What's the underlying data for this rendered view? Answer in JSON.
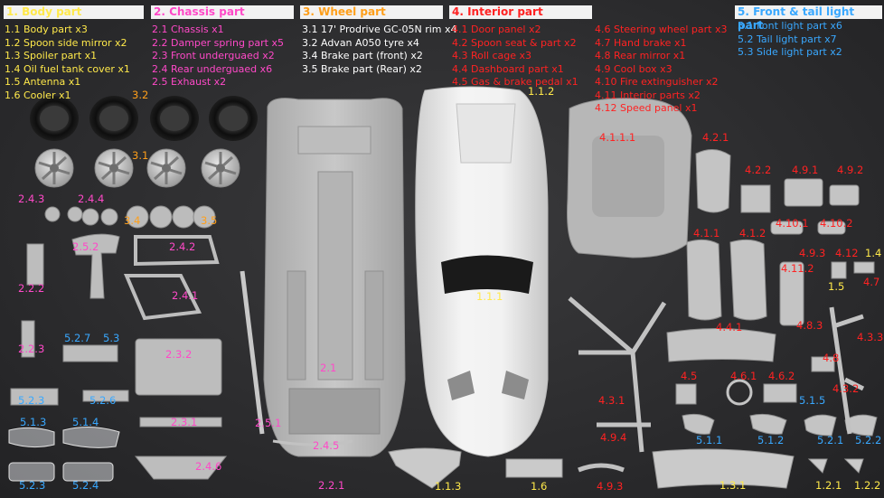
{
  "colors": {
    "yellow": "#ffe94a",
    "magenta": "#ff49c8",
    "red": "#ff2222",
    "blue": "#39a8ff",
    "orange": "#ff9f1a",
    "background": "#2b2b2d",
    "parts": "#c9cacc"
  },
  "legend": {
    "body": {
      "title": "1. Body part",
      "items": [
        "1.1 Body part x3",
        "1.2 Spoon side mirror x2",
        "1.3 Spoiler part x1",
        "1.4 Oil fuel tank cover x1",
        "1.5 Antenna x1",
        "1.6 Cooler x1"
      ]
    },
    "chassis": {
      "title": "2. Chassis part",
      "items": [
        "2.1 Chassis x1",
        "2.2 Damper spring part x5",
        "2.3 Front underguaed x2",
        "2.4 Rear underguaed x6",
        "2.5 Exhaust x2"
      ]
    },
    "wheel": {
      "title": "3. Wheel part",
      "items": [
        "3.1 17' Prodrive GC-05N rim x4",
        "3.2 Advan A050 tyre x4",
        "3.4 Brake part (front) x2",
        "3.5 Brake part (Rear) x2"
      ]
    },
    "interior": {
      "title": "4. Interior part",
      "items": [
        "4.1 Door panel x2",
        "4.2 Spoon seat & part x2",
        "4.3 Roll cage x3",
        "4.4 Dashboard part x1",
        "4.5 Gas & brake pedal x1"
      ]
    },
    "interior2": {
      "items": [
        "4.6 Steering wheel part x3",
        "4.7 Hand brake x1",
        "4.8 Rear mirror x1",
        "4.9 Cool box x3",
        "4.10 Fire extinguisher x2",
        "4.11 Interior parts x2",
        "4.12 Speed panel x1"
      ]
    },
    "lights": {
      "title": "5. Front & tail light part",
      "items": [
        "5.1 Font light part x6",
        "5.2 Tail light part x7",
        "5.3 Side light part x2"
      ]
    }
  },
  "labels": [
    {
      "id": "3.2",
      "text": "3.2",
      "color": "orange"
    },
    {
      "id": "3.1",
      "text": "3.1",
      "color": "orange"
    },
    {
      "id": "3.4",
      "text": "3.4",
      "color": "orange"
    },
    {
      "id": "3.5",
      "text": "3.5",
      "color": "orange"
    },
    {
      "id": "2.4.3",
      "text": "2.4.3",
      "color": "magenta"
    },
    {
      "id": "2.4.4",
      "text": "2.4.4",
      "color": "magenta"
    },
    {
      "id": "2.5.2",
      "text": "2.5.2",
      "color": "magenta"
    },
    {
      "id": "2.4.2",
      "text": "2.4.2",
      "color": "magenta"
    },
    {
      "id": "2.2.2",
      "text": "2.2.2",
      "color": "magenta"
    },
    {
      "id": "2.4.1",
      "text": "2.4.1",
      "color": "magenta"
    },
    {
      "id": "2.2.3",
      "text": "2.2.3",
      "color": "magenta"
    },
    {
      "id": "5.2.7",
      "text": "5.2.7",
      "color": "blue"
    },
    {
      "id": "5.3",
      "text": "5.3",
      "color": "blue"
    },
    {
      "id": "2.3.2",
      "text": "2.3.2",
      "color": "magenta"
    },
    {
      "id": "5.2.3",
      "text": "5.2.3",
      "color": "blue"
    },
    {
      "id": "5.2.6",
      "text": "5.2.6",
      "color": "blue"
    },
    {
      "id": "2.3.1",
      "text": "2.3.1",
      "color": "magenta"
    },
    {
      "id": "2.5.1",
      "text": "2.5.1",
      "color": "magenta"
    },
    {
      "id": "5.1.3",
      "text": "5.1.3",
      "color": "blue"
    },
    {
      "id": "5.1.4",
      "text": "5.1.4",
      "color": "blue"
    },
    {
      "id": "2.4.5",
      "text": "2.4.5",
      "color": "magenta"
    },
    {
      "id": "2.4.6",
      "text": "2.4.6",
      "color": "magenta"
    },
    {
      "id": "5.2.5",
      "text": "5.2.3",
      "color": "blue"
    },
    {
      "id": "5.2.4",
      "text": "5.2.4",
      "color": "blue"
    },
    {
      "id": "2.2.1",
      "text": "2.2.1",
      "color": "magenta"
    },
    {
      "id": "2.1",
      "text": "2.1",
      "color": "magenta"
    },
    {
      "id": "1.1.2",
      "text": "1.1.2",
      "color": "yellow"
    },
    {
      "id": "1.1.1",
      "text": "1.1.1",
      "color": "yellow"
    },
    {
      "id": "1.1.3",
      "text": "1.1.3",
      "color": "yellow"
    },
    {
      "id": "1.6",
      "text": "1.6",
      "color": "yellow"
    },
    {
      "id": "4.1.1.1",
      "text": "4.1.1.1",
      "color": "red"
    },
    {
      "id": "4.2.1",
      "text": "4.2.1",
      "color": "red"
    },
    {
      "id": "4.2.2",
      "text": "4.2.2",
      "color": "red"
    },
    {
      "id": "4.9.1",
      "text": "4.9.1",
      "color": "red"
    },
    {
      "id": "4.9.2",
      "text": "4.9.2",
      "color": "red"
    },
    {
      "id": "4.1.1",
      "text": "4.1.1",
      "color": "red"
    },
    {
      "id": "4.1.2",
      "text": "4.1.2",
      "color": "red"
    },
    {
      "id": "4.10.1",
      "text": "4.10.1",
      "color": "red"
    },
    {
      "id": "4.10.2",
      "text": "4.10.2",
      "color": "red"
    },
    {
      "id": "4.9.3",
      "text": "4.9.3",
      "color": "red"
    },
    {
      "id": "4.12",
      "text": "4.12",
      "color": "red"
    },
    {
      "id": "1.4",
      "text": "1.4",
      "color": "yellow"
    },
    {
      "id": "4.11.2",
      "text": "4.11.2",
      "color": "red"
    },
    {
      "id": "1.5",
      "text": "1.5",
      "color": "yellow"
    },
    {
      "id": "4.7",
      "text": "4.7",
      "color": "red"
    },
    {
      "id": "4.4.1",
      "text": "4.4.1",
      "color": "red"
    },
    {
      "id": "4.8.3",
      "text": "4.8.3",
      "color": "red"
    },
    {
      "id": "4.3.3",
      "text": "4.3.3",
      "color": "red"
    },
    {
      "id": "4.8",
      "text": "4.8",
      "color": "red"
    },
    {
      "id": "4.3.1",
      "text": "4.3.1",
      "color": "red"
    },
    {
      "id": "4.5",
      "text": "4.5",
      "color": "red"
    },
    {
      "id": "4.6.1",
      "text": "4.6.1",
      "color": "red"
    },
    {
      "id": "4.6.2",
      "text": "4.6.2",
      "color": "red"
    },
    {
      "id": "5.1.5",
      "text": "5.1.5",
      "color": "blue"
    },
    {
      "id": "4.3.2",
      "text": "4.3.2",
      "color": "red"
    },
    {
      "id": "5.1.1",
      "text": "5.1.1",
      "color": "blue"
    },
    {
      "id": "5.1.2",
      "text": "5.1.2",
      "color": "blue"
    },
    {
      "id": "5.2.1",
      "text": "5.2.1",
      "color": "blue"
    },
    {
      "id": "5.2.2",
      "text": "5.2.2",
      "color": "blue"
    },
    {
      "id": "4.9.4",
      "text": "4.9.4",
      "color": "red"
    },
    {
      "id": "4.9.3b",
      "text": "4.9.3",
      "color": "red"
    },
    {
      "id": "1.3.1",
      "text": "1.3.1",
      "color": "yellow"
    },
    {
      "id": "1.2.1",
      "text": "1.2.1",
      "color": "yellow"
    },
    {
      "id": "1.2.2",
      "text": "1.2.2",
      "color": "yellow"
    }
  ]
}
